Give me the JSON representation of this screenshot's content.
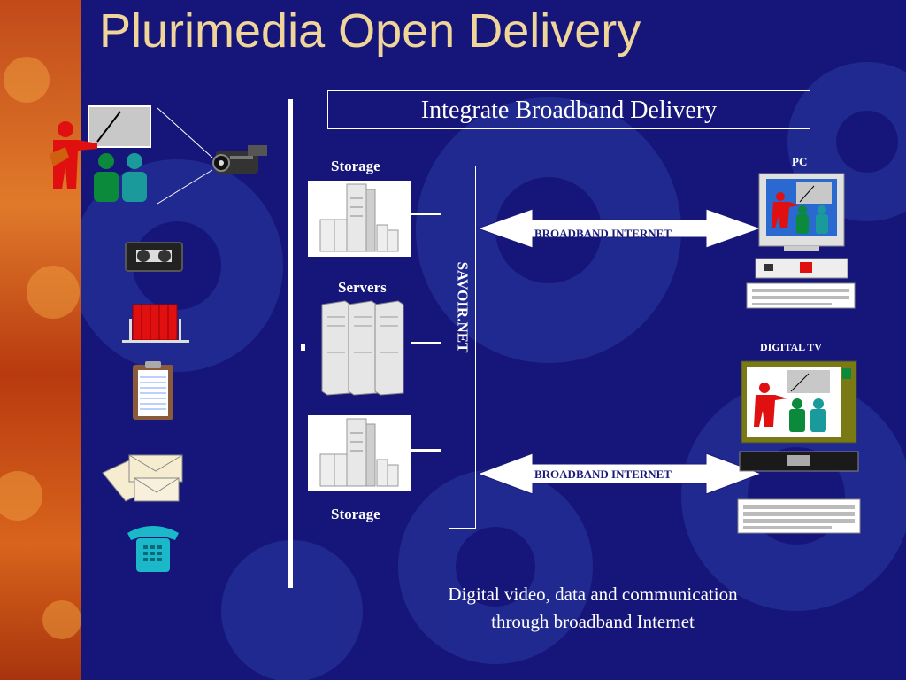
{
  "slide": {
    "title": "Plurimedia Open Delivery",
    "header": "Integrate Broadband Delivery",
    "center_label": "SAVOIR.NET",
    "storage_top_label": "Storage",
    "servers_label": "Servers",
    "storage_bottom_label": "Storage",
    "arrow_top_label": "BROADBAND INTERNET",
    "arrow_bottom_label": "BROADBAND INTERNET",
    "pc_label": "PC",
    "tv_label": "DIGITAL TV",
    "caption_line1": "Digital  video, data and communication",
    "caption_line2": "through broadband Internet"
  },
  "colors": {
    "background": "#1a1a7a",
    "title": "#f0d59a",
    "accent_red": "#e01010",
    "accent_green": "#0a8a3a",
    "accent_teal": "#1a9a9a"
  },
  "icons": [
    "presenter-icon",
    "camcorder-icon",
    "videotape-icon",
    "books-icon",
    "clipboard-icon",
    "envelopes-icon",
    "telephone-icon",
    "storage-icon",
    "server-icon",
    "pc-icon",
    "tv-icon"
  ]
}
